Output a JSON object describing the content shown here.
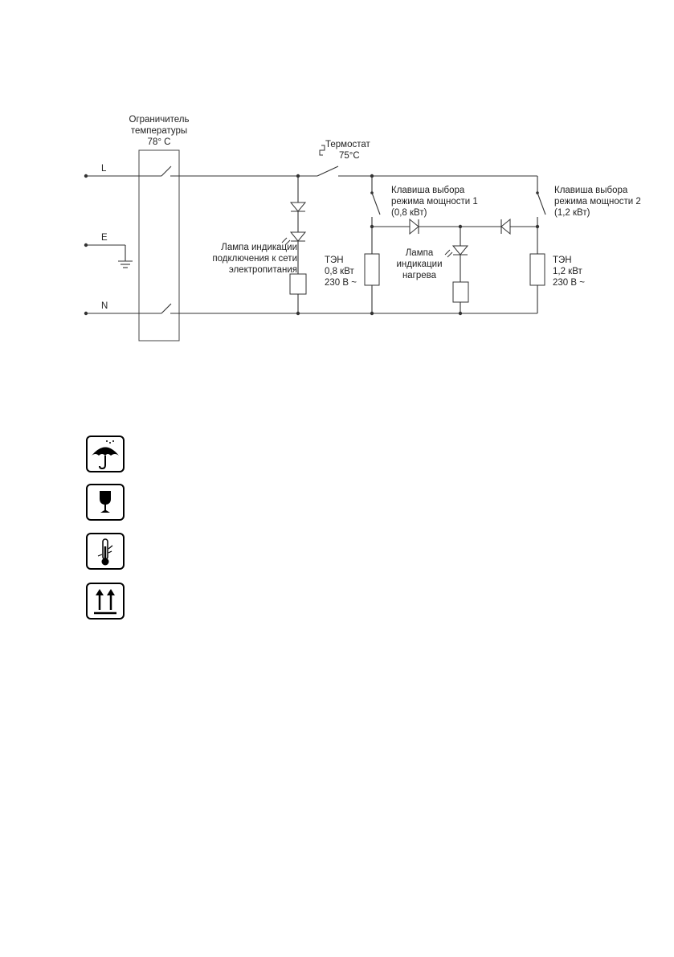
{
  "diagram": {
    "limiter_title": [
      "Ограничитель",
      "температуры",
      "78° С"
    ],
    "terminal_L": "L",
    "terminal_E": "E",
    "terminal_N": "N",
    "thermostat_title": [
      "Термостат",
      "75°С"
    ],
    "switch1_label": [
      "Клавиша выбора",
      "режима мощности 1",
      "(0,8 кВт)"
    ],
    "switch2_label": [
      "Клавиша выбора",
      "режима мощности 2",
      "(1,2 кВт)"
    ],
    "lamp_power_label": [
      "Лампа индикации",
      "подключения к сети",
      "электропитания"
    ],
    "lamp_heat_label": [
      "Лампа",
      "индикации",
      "нагрева"
    ],
    "heater1_label": [
      "ТЭН",
      "0,8 кВт",
      "230 В ~"
    ],
    "heater2_label": [
      "ТЭН",
      "1,2 кВт",
      "230 В ~"
    ]
  },
  "symbols": [
    {
      "icon": "umbrella-icon",
      "meaning": "keep dry"
    },
    {
      "icon": "fragile-glass-icon",
      "meaning": "fragile"
    },
    {
      "icon": "thermometer-icon",
      "meaning": "temperature limit"
    },
    {
      "icon": "this-way-up-icon",
      "meaning": "this way up"
    }
  ]
}
